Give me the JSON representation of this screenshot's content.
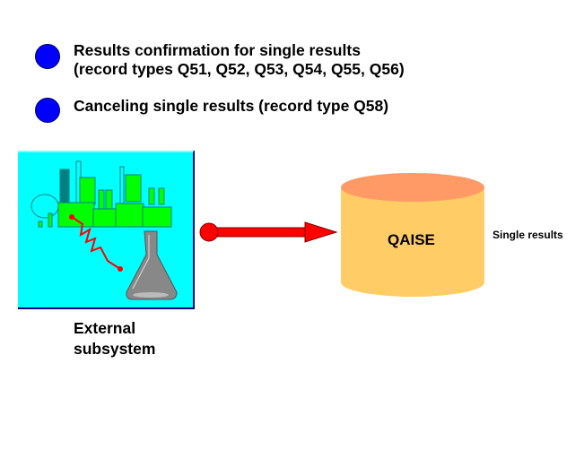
{
  "bullets": [
    {
      "line1": "Results confirmation for single results",
      "line2": "(record types Q51, Q52, Q53, Q54, Q55, Q56)"
    },
    {
      "line1": "Canceling single results (record type Q58)"
    }
  ],
  "external": {
    "line1": "External",
    "line2": "subsystem"
  },
  "database": {
    "name": "QAISE",
    "caption": "Single results"
  },
  "colors": {
    "bullet": "#0000ff",
    "panel": "#00ffff",
    "arrow": "#ff0000",
    "db_top": "#ff9966",
    "db_body": "#ffcc66",
    "plant": "#00ff00"
  }
}
